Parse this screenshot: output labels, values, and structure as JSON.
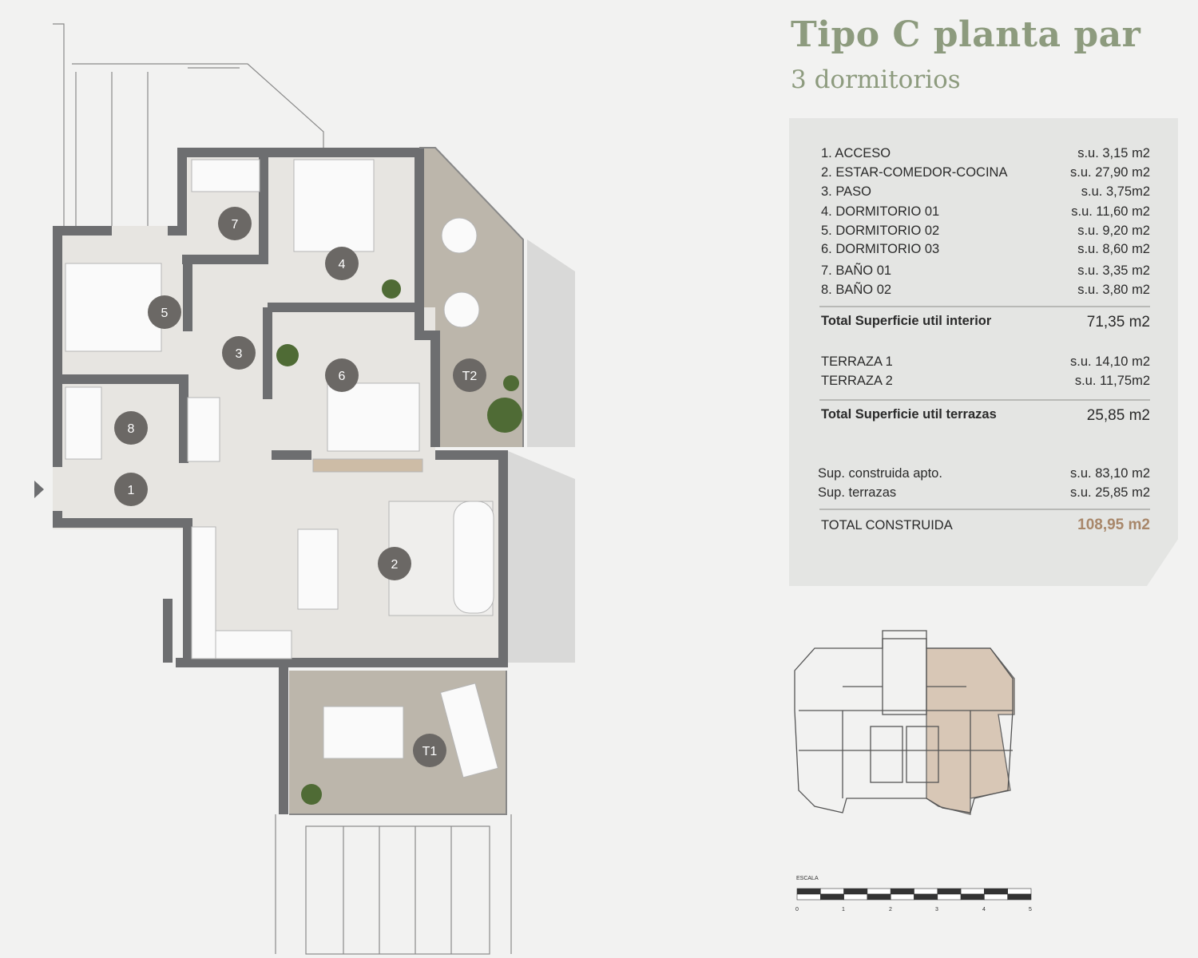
{
  "header": {
    "title": "Tipo C planta par",
    "subtitle": "3 dormitorios"
  },
  "areas": {
    "rooms": [
      {
        "label": "1. ACCESO",
        "value": "s.u.   3,15 m2"
      },
      {
        "label": "2. ESTAR-COMEDOR-COCINA",
        "value": "s.u.  27,90 m2"
      },
      {
        "label": "3. PASO",
        "value": "s.u.   3,75m2"
      },
      {
        "label": "4. DORMITORIO 01",
        "value": "s.u. 11,60 m2"
      },
      {
        "label": "5. DORMITORIO 02",
        "value": "s.u.   9,20 m2"
      },
      {
        "label": "6. DORMITORIO 03",
        "value": "s.u.   8,60 m2"
      },
      {
        "label": "7. BAÑO 01",
        "value": "s.u.   3,35 m2"
      },
      {
        "label": "8. BAÑO 02",
        "value": "s.u.   3,80 m2"
      }
    ],
    "total_interior": {
      "label": "Total Superficie util interior",
      "value": "71,35 m2"
    },
    "terraces": [
      {
        "label": "TERRAZA 1",
        "value": "s.u. 14,10 m2"
      },
      {
        "label": "TERRAZA 2",
        "value": "s.u. 11,75m2"
      }
    ],
    "total_terraces": {
      "label": "Total Superficie util terrazas",
      "value": "25,85 m2"
    },
    "built": [
      {
        "label": "Sup. construida apto.",
        "value": "s.u. 83,10 m2"
      },
      {
        "label": "Sup. terrazas",
        "value": "s.u. 25,85 m2"
      }
    ],
    "total_built": {
      "label": "TOTAL CONSTRUIDA",
      "value": "108,95 m2"
    }
  },
  "plan": {
    "markers": [
      "1",
      "2",
      "3",
      "4",
      "5",
      "6",
      "7",
      "8",
      "T1",
      "T2"
    ]
  },
  "scale": {
    "label": "ESCALA",
    "ticks": [
      "0",
      "1",
      "2",
      "3",
      "4",
      "5"
    ]
  },
  "colors": {
    "title": "#8d9b7e",
    "accent": "#a8876a",
    "wall": "#6d6e70",
    "floor": "#e7e5e1",
    "terrace": "#bcb6ab",
    "marker": "#6b6865",
    "highlight": "#d8c7b6"
  }
}
